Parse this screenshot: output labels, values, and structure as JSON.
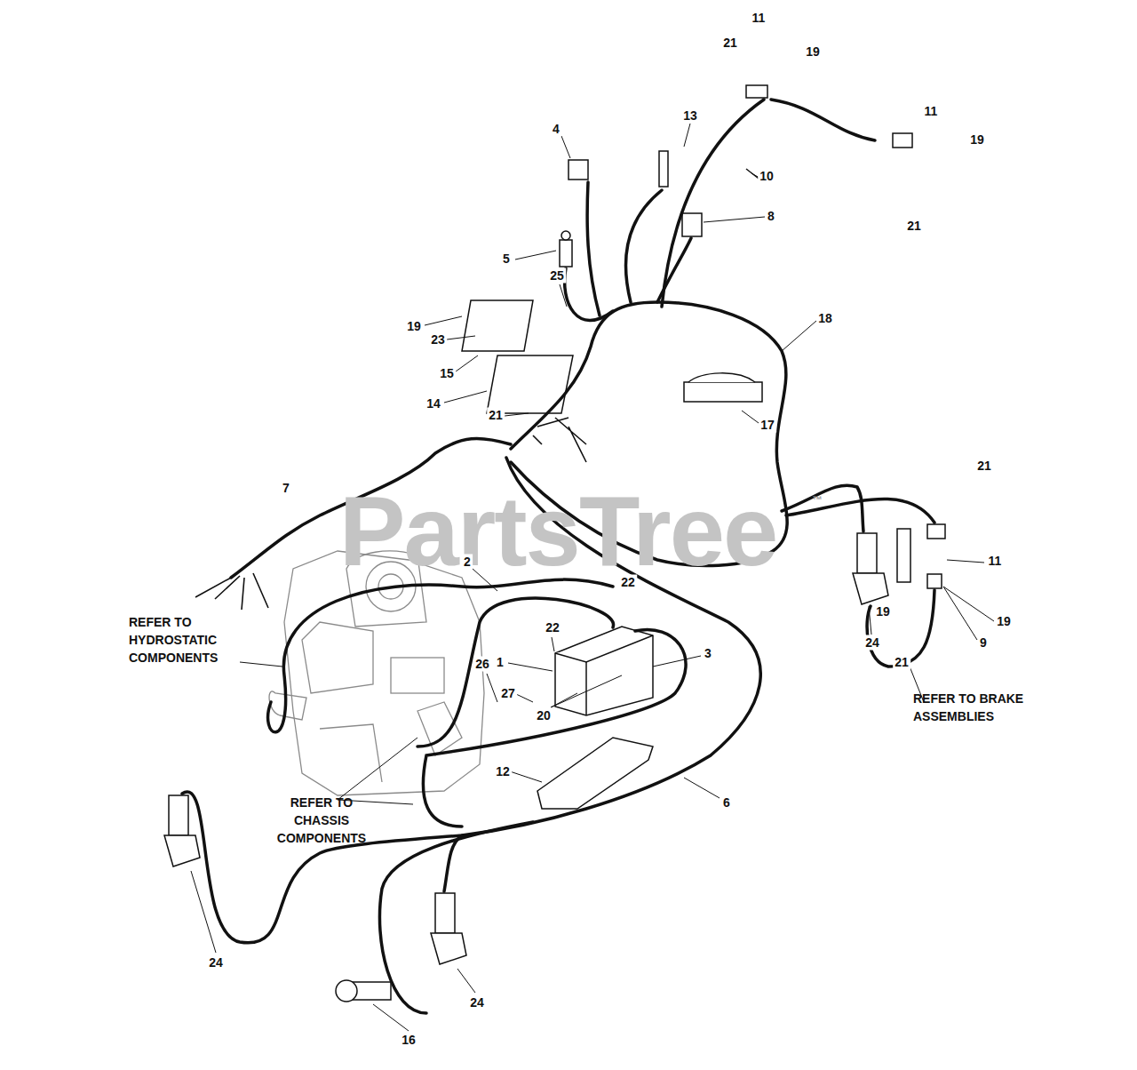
{
  "diagram": {
    "labels": [
      "11",
      "21",
      "19",
      "11",
      "19",
      "21",
      "4",
      "13",
      "10",
      "8",
      "5",
      "25",
      "19",
      "23",
      "15",
      "18",
      "14",
      "21",
      "17",
      "21",
      "7",
      "PartsTree",
      "™",
      "11",
      "2",
      "22",
      "REFER TO HYDROSTATIC COMPONENTS",
      "19",
      "19",
      "22",
      "24",
      "9",
      "21",
      "1",
      "3",
      "26",
      "27",
      "20",
      "REFER TO BRAKE ASSEMBLIES",
      "12",
      "6",
      "REFER TO CHASSIS COMPONENTS",
      "24",
      "24",
      "16"
    ]
  }
}
